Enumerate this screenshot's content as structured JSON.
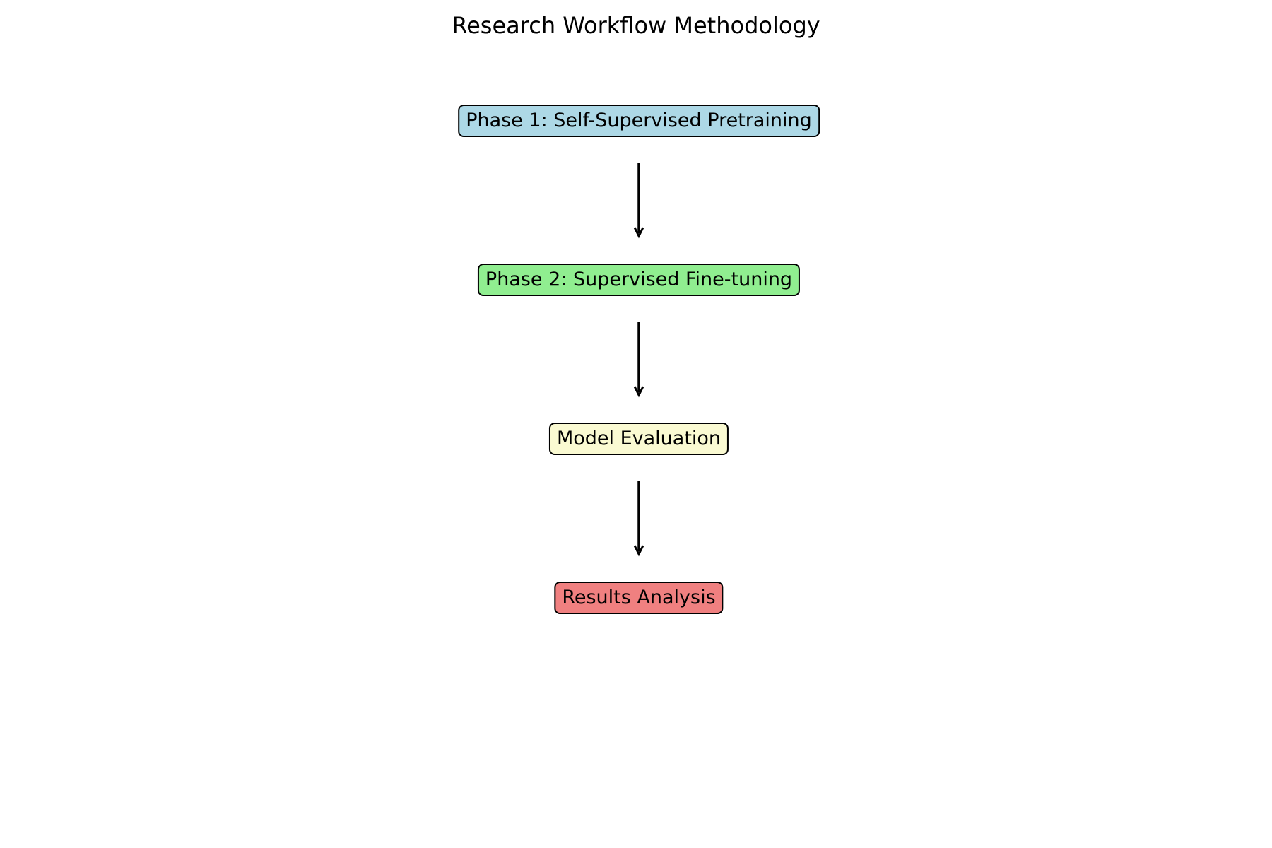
{
  "title": "Research Workflow Methodology",
  "nodes": [
    {
      "label": "Phase 1: Self-Supervised Pretraining",
      "color": "#add8e6"
    },
    {
      "label": "Phase 2: Supervised Fine-tuning",
      "color": "#90ee90"
    },
    {
      "label": "Model Evaluation",
      "color": "#fafad2"
    },
    {
      "label": "Results Analysis",
      "color": "#f08080"
    }
  ],
  "edges": [
    {
      "from": "Phase 1: Self-Supervised Pretraining",
      "to": "Phase 2: Supervised Fine-tuning"
    },
    {
      "from": "Phase 2: Supervised Fine-tuning",
      "to": "Model Evaluation"
    },
    {
      "from": "Model Evaluation",
      "to": "Results Analysis"
    }
  ]
}
